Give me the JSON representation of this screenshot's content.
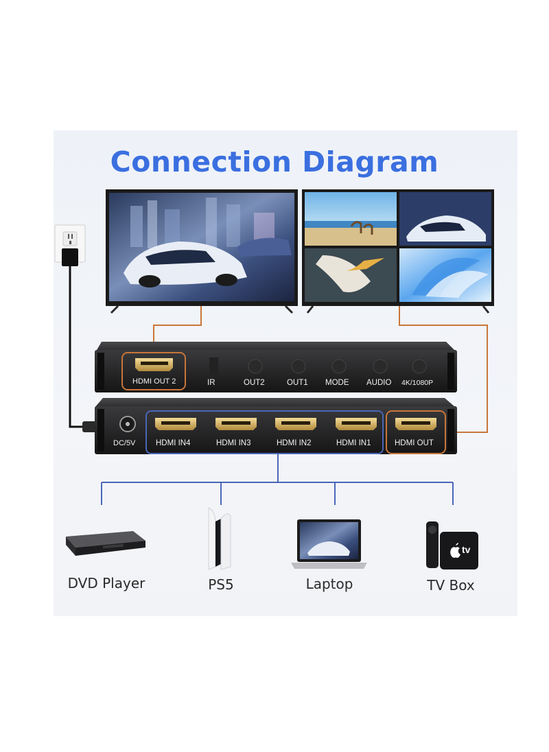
{
  "title": "Connection Diagram",
  "colors": {
    "title": "#3b6fe0",
    "output_link": "#c9763a",
    "input_link": "#4a66b8"
  },
  "front_panel": {
    "port_label": "HDMI OUT 2",
    "controls": [
      "IR",
      "OUT2",
      "OUT1",
      "MODE",
      "AUDIO",
      "4K/1080P"
    ]
  },
  "rear_panel": {
    "power_label": "DC/5V",
    "inputs": [
      "HDMI IN4",
      "HDMI IN3",
      "HDMI IN2",
      "HDMI IN1"
    ],
    "output_label": "HDMI OUT"
  },
  "sources": [
    "DVD Player",
    "PS5",
    "Laptop",
    "TV Box"
  ],
  "icons": [
    "power-outlet-icon",
    "power-adapter-icon",
    "apple-logo-icon"
  ],
  "apple_tv_label": "tv"
}
